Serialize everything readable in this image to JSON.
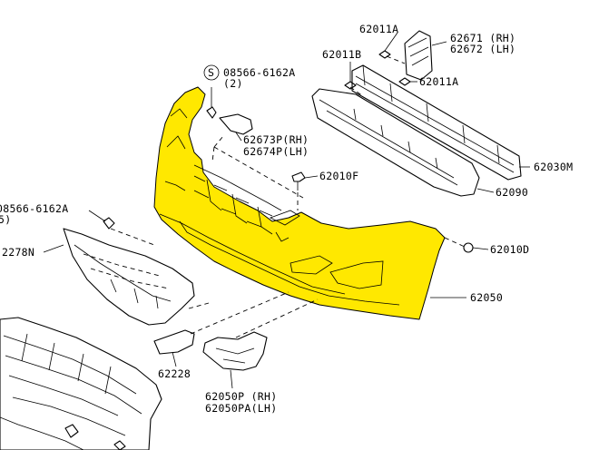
{
  "colors": {
    "highlight": "#FFE800",
    "line": "#000000",
    "background": "#FFFFFF"
  },
  "labels": {
    "p62011A_top": "62011A",
    "p62671": "62671 (RH)",
    "p62672": "62672 (LH)",
    "p62011B": "62011B",
    "p62011A_mid": "62011A",
    "s_symbol": "S",
    "p08566_top": "08566-6162A",
    "p08566_top_qty": "(2)",
    "p62673P": "62673P(RH)",
    "p62674P": "62674P(LH)",
    "p62030M": "62030M",
    "p62010F": "62010F",
    "p62090": "62090",
    "p08566_left": "08566-6162A",
    "p08566_left_qty": "5)",
    "p62278N": "2278N",
    "p62010D": "62010D",
    "p62050": "62050",
    "p62228": "62228",
    "p62050P": "62050P (RH)",
    "p62050PA": "62050PA(LH)"
  }
}
